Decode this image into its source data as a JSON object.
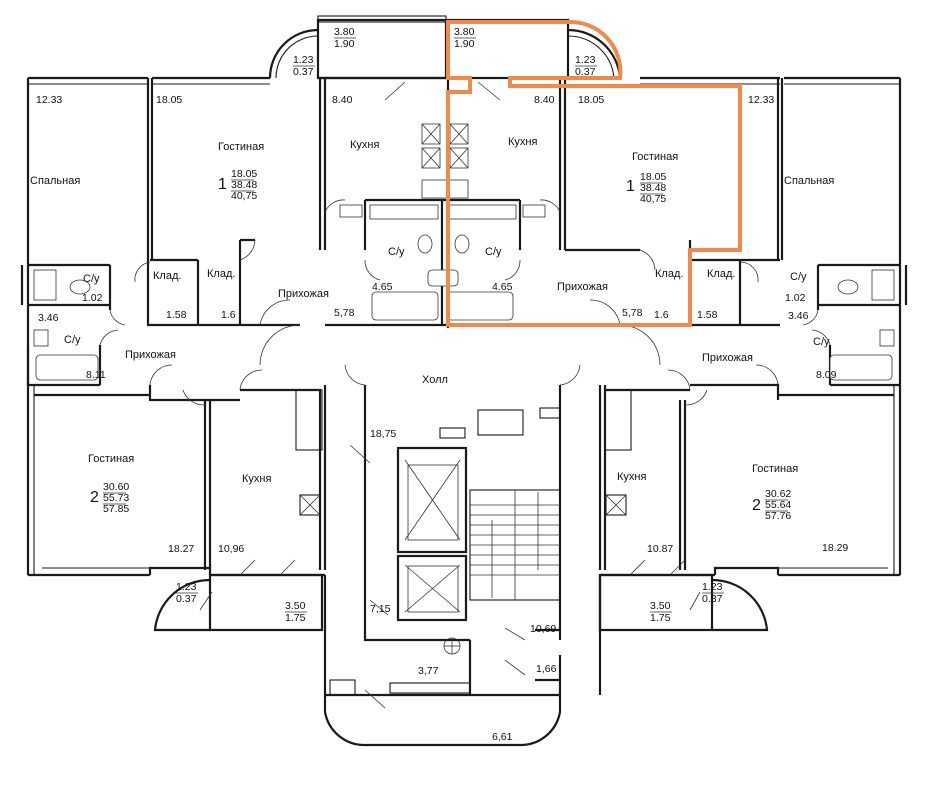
{
  "rooms": {
    "bedroom": "Спальная",
    "living": "Гостиная",
    "kitchen": "Кухня",
    "hall": "Прихожая",
    "bath": "С/у",
    "closet": "Клад.",
    "lobby": "Холл"
  },
  "apartments": {
    "a1_left": {
      "number": "1",
      "living": "18.05",
      "dwelling": "38.48",
      "total": "40,75"
    },
    "a1_right": {
      "number": "1",
      "living": "18.05",
      "dwelling": "38.48",
      "total": "40,75"
    },
    "a2_left": {
      "number": "2",
      "living": "30.60",
      "dwelling": "55.73",
      "total": "57.85"
    },
    "a2_right": {
      "number": "2",
      "living": "30.62",
      "dwelling": "55.64",
      "total": "57.76"
    }
  },
  "areas": {
    "balc_top_l_a": "3.80",
    "balc_top_l_b": "1.90",
    "balc_top_r_a": "3.80",
    "balc_top_r_b": "1.90",
    "loggia_tl_a": "1.23",
    "loggia_tl_b": "0.37",
    "loggia_tr_a": "1.23",
    "loggia_tr_b": "0.37",
    "bed_l": "12.33",
    "bed_r": "12.33",
    "liv_top_l": "18.05",
    "liv_top_r": "18.05",
    "kit_top_l": "8.40",
    "kit_top_r": "8.40",
    "bath_mid_l": "4.65",
    "bath_mid_r": "4.65",
    "hall_top_l": "5,78",
    "hall_top_r": "5,78",
    "closet_a_l": "1.58",
    "closet_b_l": "1.6",
    "closet_a_r": "1.6",
    "closet_b_r": "1.58",
    "wc_l": "1.02",
    "wc_r": "1.02",
    "bath_side_l": "3.46",
    "bath_side_r": "3.46",
    "hall_bot_l": "8.11",
    "hall_bot_r": "8.09",
    "lobby": "18,75",
    "liv_bot_l": "18.27",
    "liv_bot_r": "18.29",
    "kit_bot_l": "10,96",
    "kit_bot_r": "10.87",
    "loggia_bl_a": "1.23",
    "loggia_bl_b": "0.37",
    "loggia_br_a": "1.23",
    "loggia_br_b": "0.37",
    "balc_bl_a": "3.50",
    "balc_bl_b": "1.75",
    "balc_br_a": "3.50",
    "balc_br_b": "1.75",
    "stair_lobby": "7,15",
    "vest_a": "10,69",
    "vest_b": "1,66",
    "vest_c": "3,77",
    "entrance": "6,61"
  },
  "colors": {
    "walls": "#1a1a1a",
    "highlight": "#f08a4b",
    "background": "#ffffff"
  }
}
